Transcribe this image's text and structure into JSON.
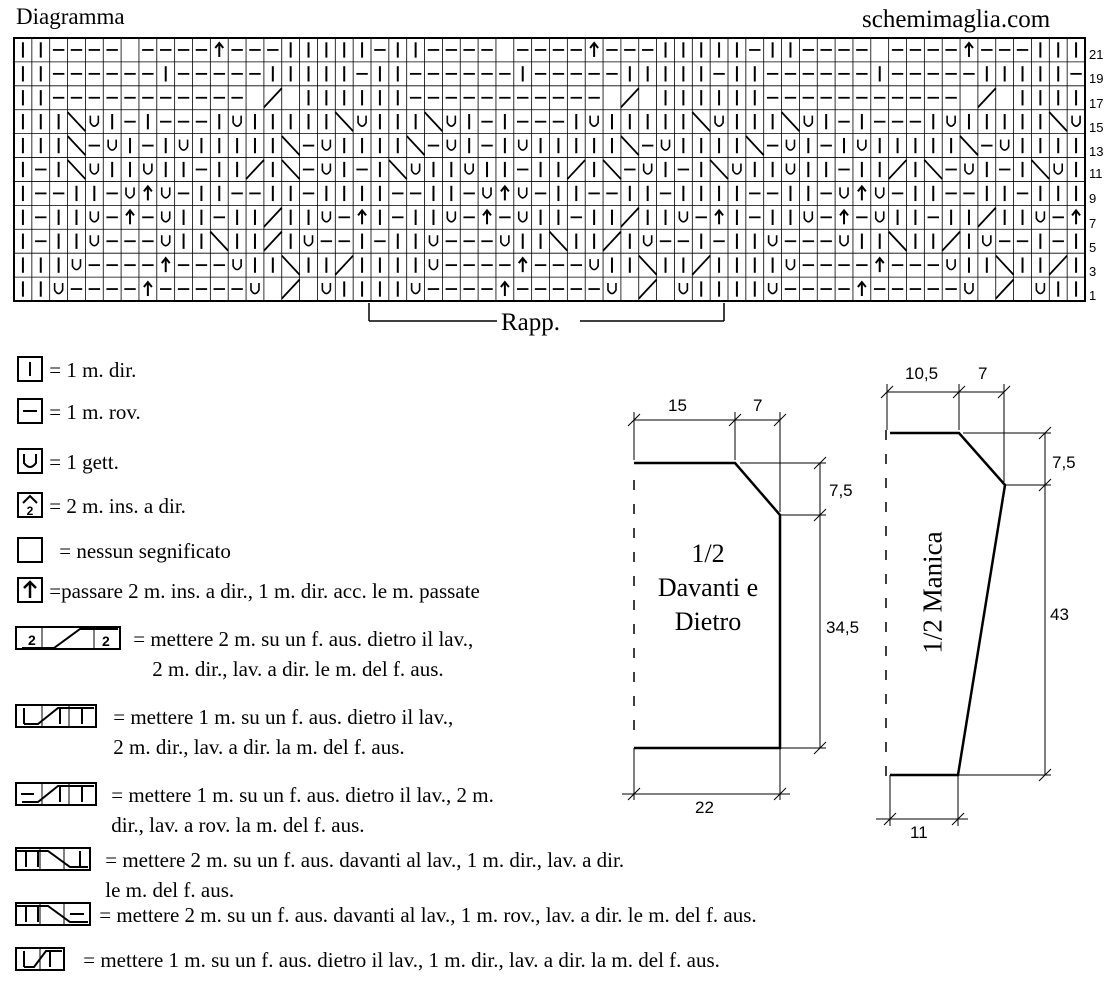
{
  "header": {
    "title": "Diagramma",
    "site": "schemimaglia.com"
  },
  "chart": {
    "row_numbers": [
      "21",
      "19",
      "17",
      "15",
      "13",
      "11",
      "9",
      "7",
      "5",
      "3",
      "1"
    ],
    "repeat_label": "Rapp."
  },
  "legend": [
    {
      "symbol": "knit",
      "label": "= 1 m. dir."
    },
    {
      "symbol": "purl",
      "label": "= 1 m. rov."
    },
    {
      "symbol": "yarn-over",
      "label": "= 1 gett."
    },
    {
      "symbol": "k2tog",
      "label": "= 2 m. ins. a dir."
    },
    {
      "symbol": "empty",
      "label": "= nessun segnificato"
    },
    {
      "symbol": "sk2po",
      "label": "=passare 2 m. ins. a dir., 1 m. dir. acc. le m. passate"
    },
    {
      "symbol": "cable-2-2",
      "label": "= mettere 2 m. su un f. aus. dietro il lav.,",
      "label2": "2 m. dir., lav. a dir. le m. del f. aus."
    },
    {
      "symbol": "cable-knit-1-2-back",
      "label": "= mettere 1 m. su un f. aus. dietro il lav.,",
      "label2": "2 m. dir., lav. a dir. la m. del f. aus."
    },
    {
      "symbol": "cable-purl-1-2-back",
      "label": "= mettere 1 m. su un f. aus. dietro il lav., 2 m.",
      "label2": "dir., lav. a rov. la m. del f. aus."
    },
    {
      "symbol": "cable-2-1-front-knit",
      "label": "= mettere 2 m. su un f. aus. davanti al lav., 1 m. dir., lav. a dir.",
      "label2": "le m. del f. aus."
    },
    {
      "symbol": "cable-2-1-front-purl",
      "label": "= mettere 2 m. su un f. aus. davanti al lav., 1 m. rov., lav. a dir. le m. del f. aus."
    },
    {
      "symbol": "cable-1-1-back",
      "label": "= mettere 1 m. su un f. aus. dietro il lav., 1 m. dir., lav. a dir. la m. del f. aus."
    }
  ],
  "schematics": {
    "body": {
      "title_line1": "1/2",
      "title_line2": "Davanti e",
      "title_line3": "Dietro",
      "top_width": "15",
      "neck_width": "7",
      "shoulder_drop": "7,5",
      "length": "34,5",
      "bottom_width": "22"
    },
    "sleeve": {
      "title": "1/2 Manica",
      "top_width": "10,5",
      "cap_width": "7",
      "cap_drop": "7,5",
      "length": "43",
      "bottom_width": "11"
    }
  }
}
